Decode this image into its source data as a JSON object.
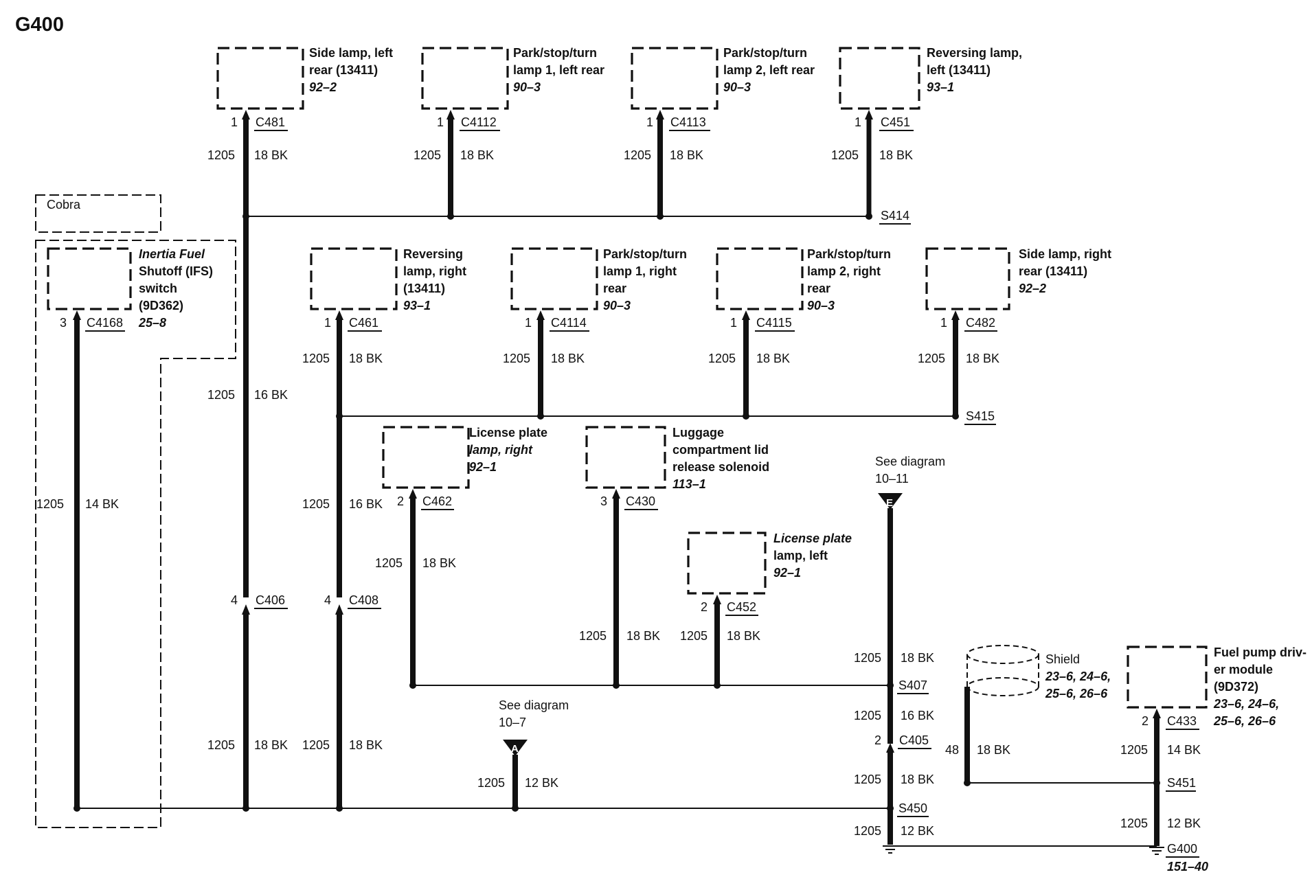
{
  "page_title": "G400",
  "region_label": "Cobra",
  "wire_circuit": "1205",
  "components": [
    {
      "id": "c481-comp",
      "lines": [
        "Side lamp, left",
        "rear (13411)"
      ],
      "ref": "92–2",
      "pin": "1",
      "connector": "C481",
      "wire": "18 BK"
    },
    {
      "id": "c4112-comp",
      "lines": [
        "Park/stop/turn",
        "lamp 1, left rear"
      ],
      "ref": "90–3",
      "pin": "1",
      "connector": "C4112",
      "wire": "18 BK"
    },
    {
      "id": "c4113-comp",
      "lines": [
        "Park/stop/turn",
        "lamp 2, left rear"
      ],
      "ref": "90–3",
      "pin": "1",
      "connector": "C4113",
      "wire": "18 BK"
    },
    {
      "id": "c451-comp",
      "lines": [
        "Reversing lamp,",
        "left (13411)"
      ],
      "ref": "93–1",
      "pin": "1",
      "connector": "C451",
      "wire": "18 BK"
    },
    {
      "id": "ifs-comp",
      "lines": [
        "Inertia Fuel",
        "Shutoff (IFS)",
        "switch",
        "(9D362)"
      ],
      "ref": "25–8",
      "pin": "3",
      "connector": "C4168",
      "wire": "14 BK"
    },
    {
      "id": "c461-comp",
      "lines": [
        "Reversing",
        "lamp, right",
        "(13411)"
      ],
      "ref": "93–1",
      "pin": "1",
      "connector": "C461",
      "wire": "18 BK"
    },
    {
      "id": "c4114-comp",
      "lines": [
        "Park/stop/turn",
        "lamp 1, right",
        "rear"
      ],
      "ref": "90–3",
      "pin": "1",
      "connector": "C4114",
      "wire": "18 BK"
    },
    {
      "id": "c4115-comp",
      "lines": [
        "Park/stop/turn",
        "lamp 2, right",
        "rear"
      ],
      "ref": "90–3",
      "pin": "1",
      "connector": "C4115",
      "wire": "18 BK"
    },
    {
      "id": "c482-comp",
      "lines": [
        "Side lamp, right",
        "rear (13411)"
      ],
      "ref": "92–2",
      "pin": "1",
      "connector": "C482",
      "wire": "18 BK"
    },
    {
      "id": "c462-comp",
      "lines": [
        "License plate",
        "lamp, right"
      ],
      "ref": "92–1",
      "pin": "2",
      "connector": "C462",
      "wire": "18 BK"
    },
    {
      "id": "c430-comp",
      "lines": [
        "Luggage",
        "compartment lid",
        "release solenoid"
      ],
      "ref": "113–1",
      "pin": "3",
      "connector": "C430",
      "wire": "18 BK"
    },
    {
      "id": "c452-comp",
      "lines": [
        "License plate",
        "lamp, left"
      ],
      "ref": "92–1",
      "pin": "2",
      "connector": "C452",
      "wire": "18 BK"
    },
    {
      "id": "fpdm-comp",
      "lines": [
        "Fuel pump driv-",
        "er module",
        "(9D372)"
      ],
      "ref_lines": [
        "23–6, 24–6,",
        "25–6, 26–6"
      ],
      "pin": "2",
      "connector": "C433",
      "wire": "14 BK"
    }
  ],
  "splices": {
    "s414": "S414",
    "s415": "S415",
    "s407": "S407",
    "s450": "S450",
    "s451": "S451",
    "g400": "G400",
    "g400_ref": "151–40"
  },
  "inline_connectors": [
    {
      "pin": "4",
      "connector": "C406"
    },
    {
      "pin": "4",
      "connector": "C408"
    },
    {
      "pin": "2",
      "connector": "C405"
    }
  ],
  "wire_sizes": {
    "w16bk": "16 BK",
    "w18bk": "18 BK",
    "w12bk": "12 BK",
    "w14bk": "14 BK"
  },
  "shield": {
    "label": "Shield",
    "ref_lines": [
      "23–6, 24–6,",
      "25–6, 26–6"
    ],
    "circuit": "48",
    "wire": "18 BK"
  },
  "see_diagram_e": {
    "text": "See diagram",
    "ref": "10–11",
    "letter": "E"
  },
  "see_diagram_a": {
    "text": "See diagram",
    "ref": "10–7",
    "letter": "A"
  }
}
